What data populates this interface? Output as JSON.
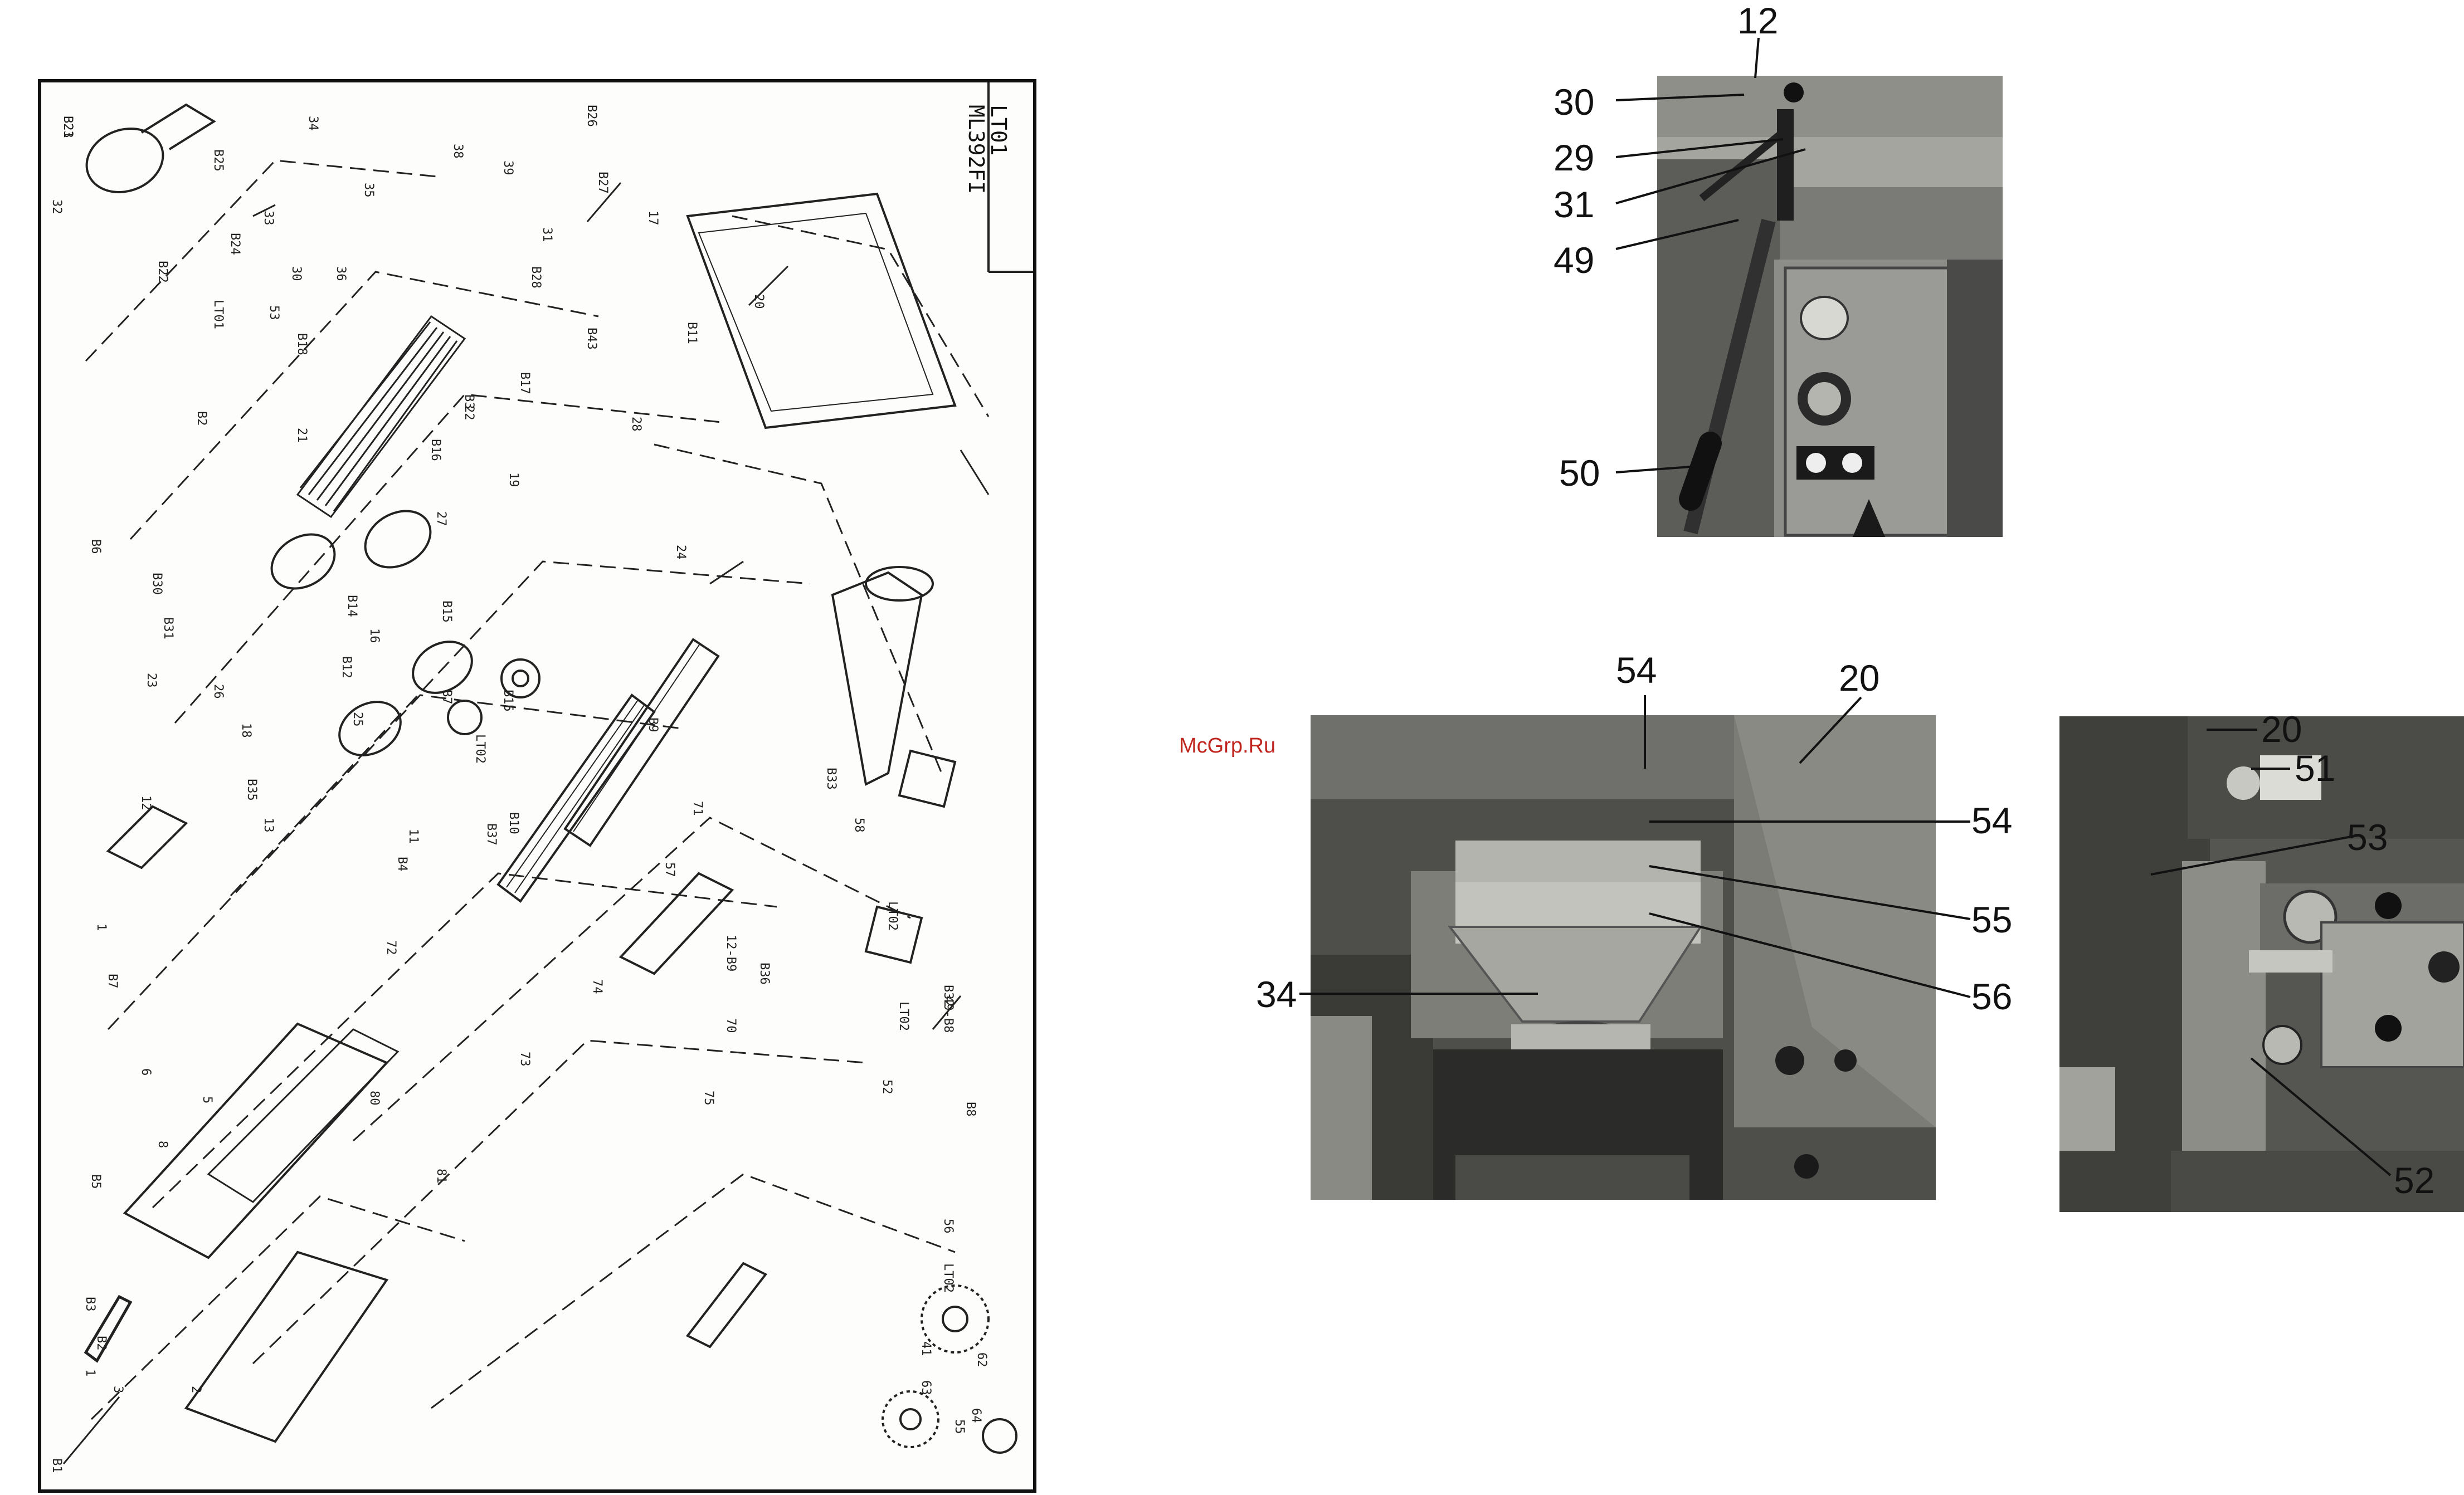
{
  "watermark": "McGrp.Ru",
  "title_block": {
    "line1": "LT01",
    "line2": "ML392FI"
  },
  "drawing_part_labels": [
    "B23",
    "32",
    "B25",
    "34",
    "35",
    "33",
    "B24",
    "30",
    "36",
    "38",
    "39",
    "B26",
    "B27",
    "B22",
    "LT01",
    "53",
    "31",
    "B28",
    "17",
    "B18",
    "20",
    "B11",
    "B43",
    "B3",
    "21",
    "22",
    "B17",
    "28",
    "B6",
    "B2",
    "B16",
    "19",
    "27",
    "B30",
    "B31",
    "B14",
    "B15",
    "23",
    "26",
    "B12",
    "16",
    "18",
    "25",
    "24",
    "B7",
    "LT02",
    "B15",
    "B9",
    "B35",
    "12",
    "13",
    "B10",
    "11",
    "B37",
    "71",
    "58",
    "57",
    "B33",
    "LT02",
    "12-B9",
    "B36",
    "1",
    "B7",
    "6",
    "5",
    "8",
    "B5",
    "B4",
    "72",
    "73",
    "74",
    "75",
    "70",
    "LT02",
    "49-B8",
    "52",
    "B3",
    "B2",
    "3",
    "1",
    "2",
    "80",
    "81",
    "B8",
    "B32",
    "56",
    "LT02",
    "55",
    "B1",
    "41",
    "62",
    "64",
    "63",
    "B21"
  ],
  "photos": [
    {
      "name": "top-photo",
      "callouts": [
        "12",
        "30",
        "29",
        "31",
        "49",
        "50"
      ]
    },
    {
      "name": "middle-photo",
      "callouts": [
        "54",
        "20",
        "54",
        "55",
        "34",
        "56"
      ]
    },
    {
      "name": "right-photo",
      "callouts": [
        "20",
        "51",
        "53",
        "52"
      ]
    }
  ]
}
